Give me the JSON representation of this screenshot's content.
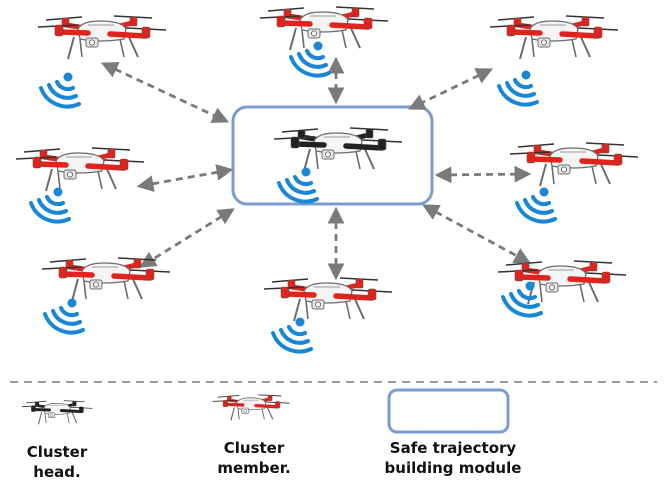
{
  "colors": {
    "member_arm": "#e0231c",
    "head_arm": "#222222",
    "body": "#f4f4f4",
    "outline": "#6b6b6b",
    "signal": "#1a86d6",
    "arrow": "#7a7a7a",
    "module_border": "#7b9ccd"
  },
  "nodes": {
    "center": {
      "role": "cluster-head",
      "signal_icon": "wifi-signal-icon"
    },
    "members": [
      {
        "id": "top-left",
        "role": "cluster-member"
      },
      {
        "id": "top",
        "role": "cluster-member"
      },
      {
        "id": "top-right",
        "role": "cluster-member"
      },
      {
        "id": "mid-left",
        "role": "cluster-member"
      },
      {
        "id": "mid-right",
        "role": "cluster-member"
      },
      {
        "id": "bottom-left",
        "role": "cluster-member"
      },
      {
        "id": "bottom",
        "role": "cluster-member"
      },
      {
        "id": "bottom-right",
        "role": "cluster-member"
      }
    ]
  },
  "edges": {
    "style": "dashed",
    "direction": "bidirectional",
    "connections": [
      "top-left",
      "top",
      "top-right",
      "mid-left",
      "mid-right",
      "bottom-left",
      "bottom",
      "bottom-right"
    ]
  },
  "legend": {
    "cluster_head": "Cluster\nhead.",
    "cluster_member": "Cluster\nmember.",
    "module": "Safe trajectory\nbuilding module"
  }
}
